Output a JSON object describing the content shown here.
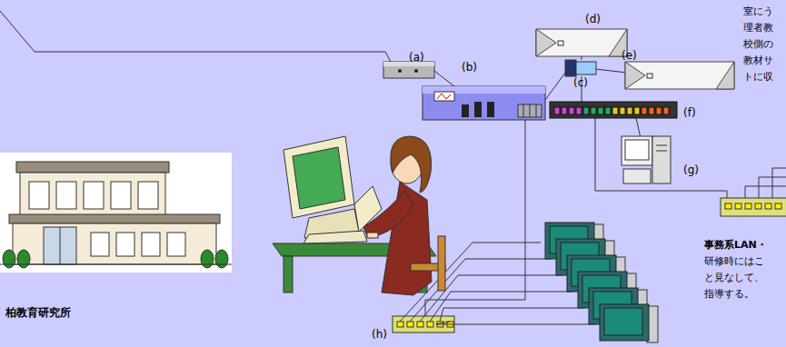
{
  "diagram": {
    "labels": [
      "(a)",
      "(b)",
      "(d)",
      "(e)",
      "(c)",
      "(f)",
      "(g)",
      "(h)",
      "室にう",
      "理者教",
      "校側の",
      "教材サ",
      "トに収",
      "事務系LAN・",
      "研修時にはこ",
      "と見なして、",
      "指導する。",
      "柏教育研究所"
    ]
  }
}
